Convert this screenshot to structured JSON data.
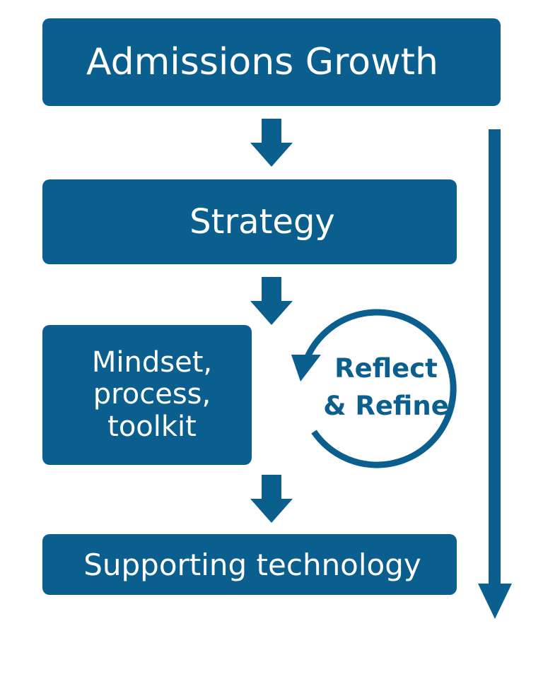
{
  "colors": {
    "accent": "#0b5f8f",
    "text_on_accent": "#ffffff",
    "background": "#ffffff"
  },
  "flow": {
    "step_1": "Admissions Growth",
    "step_2": "Strategy",
    "step_3": [
      "Mindset,",
      "process,",
      "toolkit"
    ],
    "step_4": "Supporting technology"
  },
  "cycle": {
    "line_1": "Reflect",
    "line_2": "& Refine"
  },
  "icons": {
    "step_arrows": "arrow-down-icon",
    "side_arrow": "long-arrow-down-icon",
    "cycle_arrow": "circular-arrow-icon"
  }
}
